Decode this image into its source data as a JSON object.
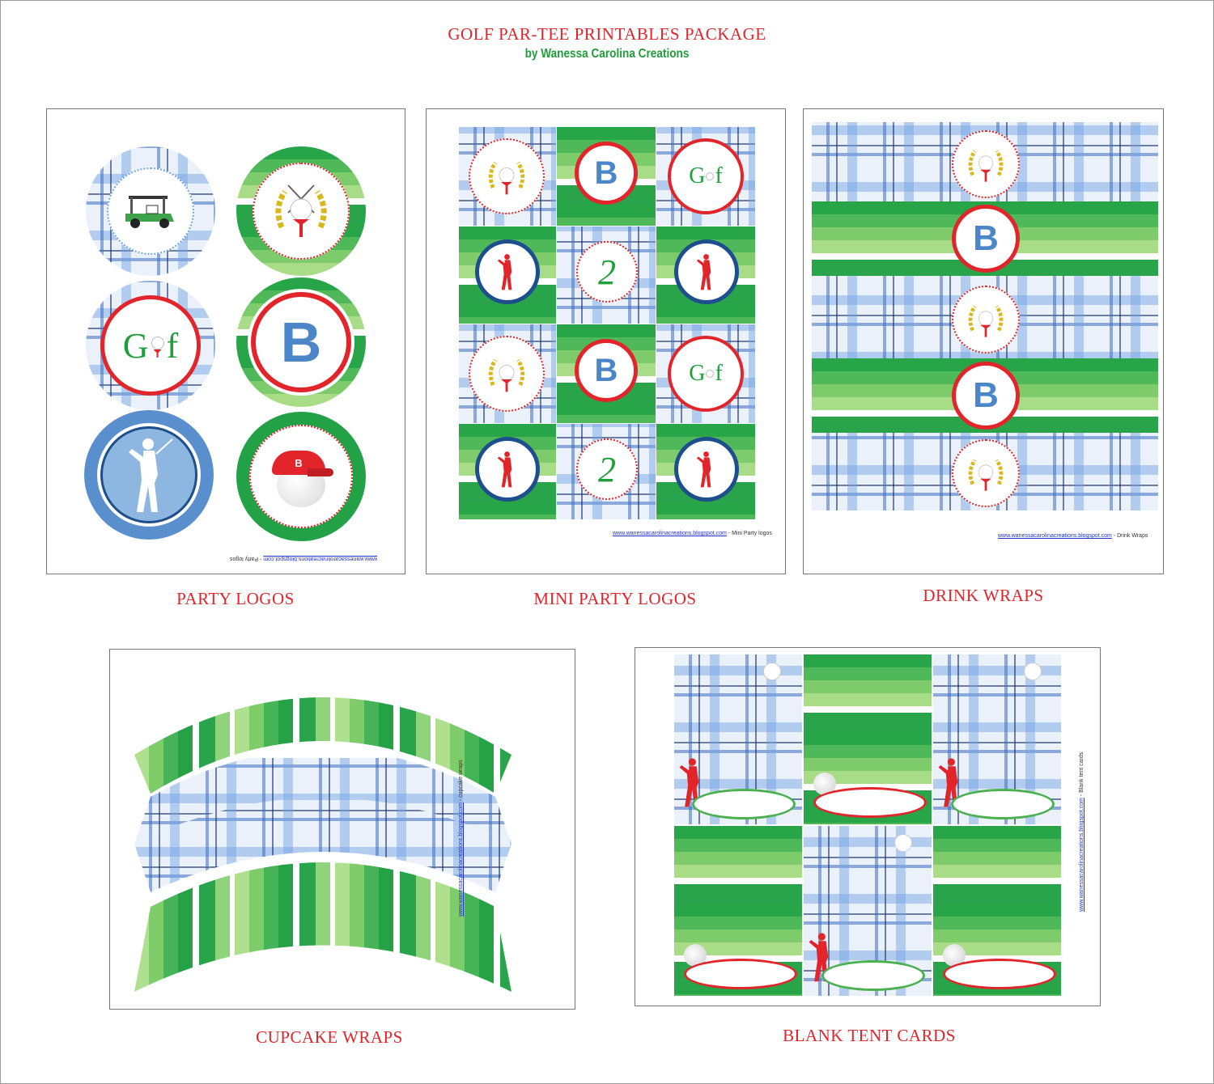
{
  "header": {
    "title": "GOLF PAR-TEE PRINTABLES PACKAGE",
    "subtitle": "by Wanessa Carolina Creations"
  },
  "sheets": {
    "party_logos": {
      "label": "PARTY LOGOS",
      "footer_url": "www.wanessacarolinacreations.blogspot.com",
      "footer_name": " - Party logos"
    },
    "mini_party_logos": {
      "label": "MINI PARTY LOGOS",
      "footer_url": "www.wanessacarolinacreations.blogspot.com",
      "footer_name": " - Mini Party logos"
    },
    "drink_wraps": {
      "label": "DRINK WRAPS",
      "footer_url": "www.wanessacarolinacreations.blogspot.com",
      "footer_name": " - Drink Wraps"
    },
    "cupcake_wraps": {
      "label": "CUPCAKE WRAPS",
      "footer_url": "www.wanessacarolinacreations.blogspot.com",
      "footer_name": " - cupcake wraps"
    },
    "tent_cards": {
      "label": "BLANK TENT CARDS",
      "footer_url": "www.wanessacarolinacreations.blogspot.com",
      "footer_name": " - Blank tent cards"
    }
  },
  "motifs": {
    "monogram": "B",
    "golf_word_left": "G",
    "golf_word_right": "f",
    "number": "2",
    "cap_letter": "B"
  },
  "colors": {
    "red": "#e2242b",
    "green": "#1f9e3b",
    "blue": "#4a86c8",
    "navy": "#1d4f8c"
  }
}
